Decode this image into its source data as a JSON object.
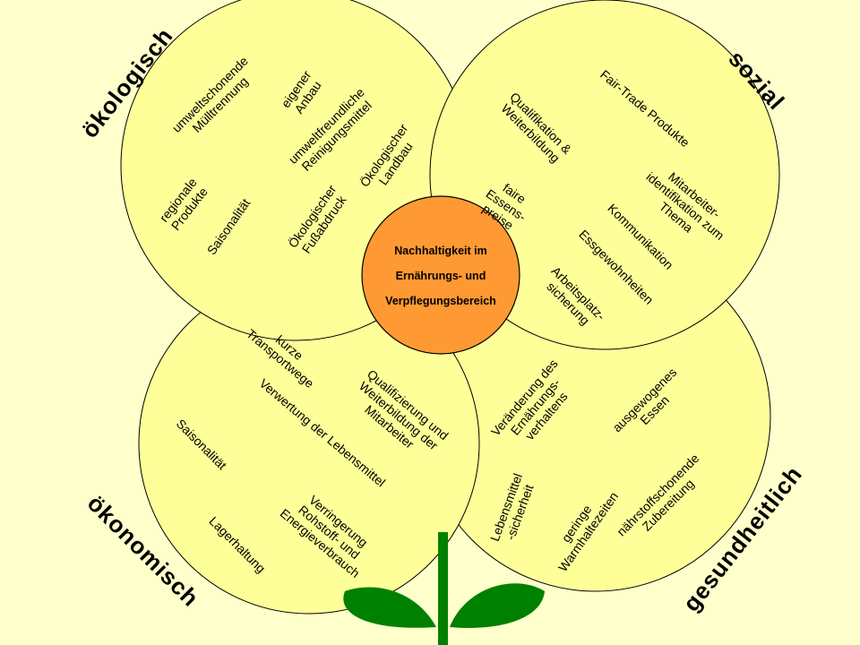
{
  "colors": {
    "background": "#FFFFCC",
    "petal": "#FFFF99",
    "center": "#FF9933",
    "stem": "#008000"
  },
  "center": {
    "line1": "Nachhaltigkeit im",
    "line2": "Ernährungs- und",
    "line3": "Verpflegungsbereich"
  },
  "headings": {
    "oekologisch": "ökologisch",
    "sozial": "sozial",
    "oekonomisch": "ökonomisch",
    "gesundheitlich": "gesundheitlich"
  },
  "oekologisch": {
    "muell": "umweltschonende\nMülltrennung",
    "anbau": "eigener\nAnbau",
    "reinigung": "umweltfreundliche\nReinigungsmittel",
    "regional": "regionale\nProdukte",
    "saison": "Saisonalität",
    "fussabdruck": "Ökologischer\nFußabdruck",
    "landbau": "Ökologischer\nLandbau"
  },
  "sozial": {
    "fairtrade": "Fair-Trade Produkte",
    "qualifikation": "Qualifikation &\nWeiterbildung",
    "mitarbeiter": "Mitarbeiter-\nidentifikation zum\nThema",
    "preise": "faire\nEssens-\npreise",
    "kommunikation": "Kommunikation",
    "gewohnheiten": "Essgewohnheiten",
    "arbeitsplatz": "Arbeitsplatz-\nsicherung"
  },
  "oekonomisch": {
    "transport": "kurze\nTransportwege",
    "verwertung": "Verwertung der Lebensmittel",
    "qualifizierung": "Qualifizierung und\nWeiterbildung der\nMitarbeiter",
    "saison": "Saisonalität",
    "verringerung": "Verringerung\nRohstoff- und\nEnergieverbrauch",
    "lager": "Lagerhaltung"
  },
  "gesundheitlich": {
    "veraenderung": "Veränderung des\nErnährungs-\nverhaltens",
    "ausgewogen": "ausgewogenes\nEssen",
    "sicherheit": "Lebensmittel\n-sicherheit",
    "warmhalte": "geringe\nWarmhaltezeiten",
    "zubereitung": "nährstoffschonende\nZubereitung"
  }
}
